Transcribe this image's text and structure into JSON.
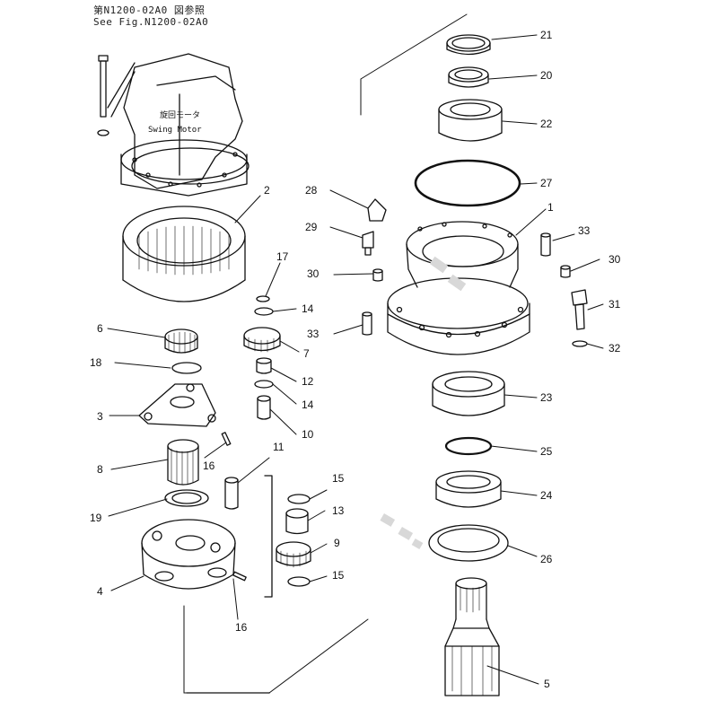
{
  "header": {
    "line1": "第N1200-02A0 図参照",
    "line2": "See Fig.N1200-02A0"
  },
  "motor_label": {
    "jp": "旋回モータ",
    "en": "Swing Motor"
  },
  "callouts": {
    "c21": "21",
    "c20": "20",
    "c22": "22",
    "c27": "27",
    "c1": "1",
    "c28": "28",
    "c29": "29",
    "c33a": "33",
    "c30a": "30",
    "c30b": "30",
    "c31": "31",
    "c33b": "33",
    "c32": "32",
    "c23": "23",
    "c25": "25",
    "c24": "24",
    "c26": "26",
    "c5": "5",
    "c2": "2",
    "c17": "17",
    "c14a": "14",
    "c6": "6",
    "c7": "7",
    "c18": "18",
    "c12": "12",
    "c14b": "14",
    "c3": "3",
    "c10": "10",
    "c11": "11",
    "c8": "8",
    "c16a": "16",
    "c15a": "15",
    "c13": "13",
    "c19": "19",
    "c9": "9",
    "c4": "4",
    "c15b": "15",
    "c16b": "16"
  },
  "colors": {
    "line": "#111111",
    "watermark": "#c8c8c8"
  }
}
